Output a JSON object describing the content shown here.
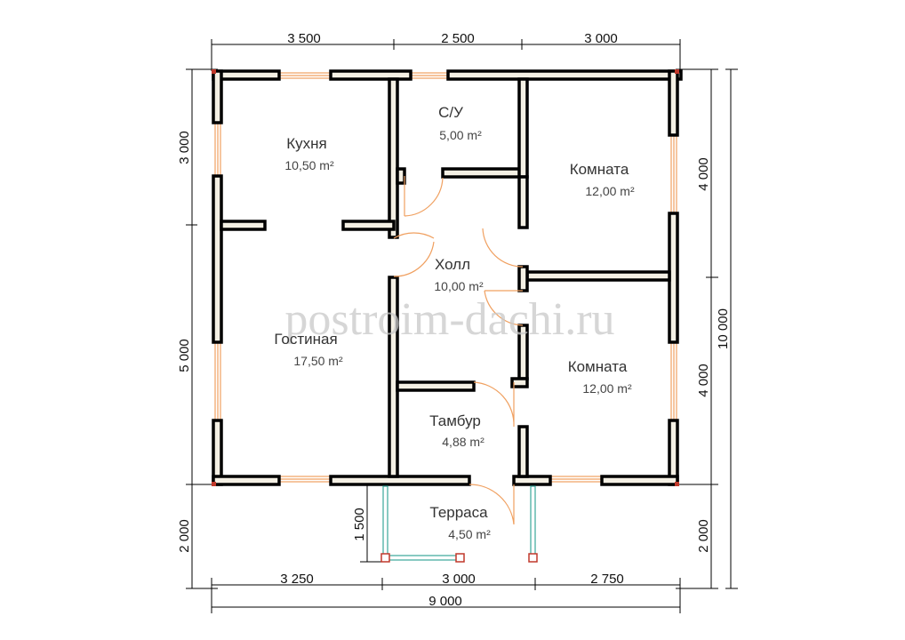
{
  "plan": {
    "dimensions": {
      "top": [
        "3 500",
        "2 500",
        "3 000"
      ],
      "bottom": [
        "3 250",
        "3 000",
        "2 750"
      ],
      "total_width": "9 000",
      "left": [
        "3 000",
        "5 000",
        "2 000"
      ],
      "right": [
        "4 000",
        "4 000",
        "2 000"
      ],
      "total_height": "10 000",
      "porch": "1 500"
    },
    "rooms": [
      {
        "name": "Кухня",
        "area": "10,50 m²"
      },
      {
        "name": "С/У",
        "area": "5,00 m²"
      },
      {
        "name": "Комната",
        "area": "12,00 m²"
      },
      {
        "name": "Холл",
        "area": "10,00 m²"
      },
      {
        "name": "Гостиная",
        "area": "17,50 m²"
      },
      {
        "name": "Комната",
        "area": "12,00 m²"
      },
      {
        "name": "Тамбур",
        "area": "4,88 m²"
      },
      {
        "name": "Терраса",
        "area": "4,50 m²"
      }
    ],
    "watermark": "postroim-dachi.ru",
    "colors": {
      "wall_fill": "#f4f0e4",
      "window": "#f0a060",
      "railing": "#3aa69a",
      "post": "#c0392b"
    }
  }
}
